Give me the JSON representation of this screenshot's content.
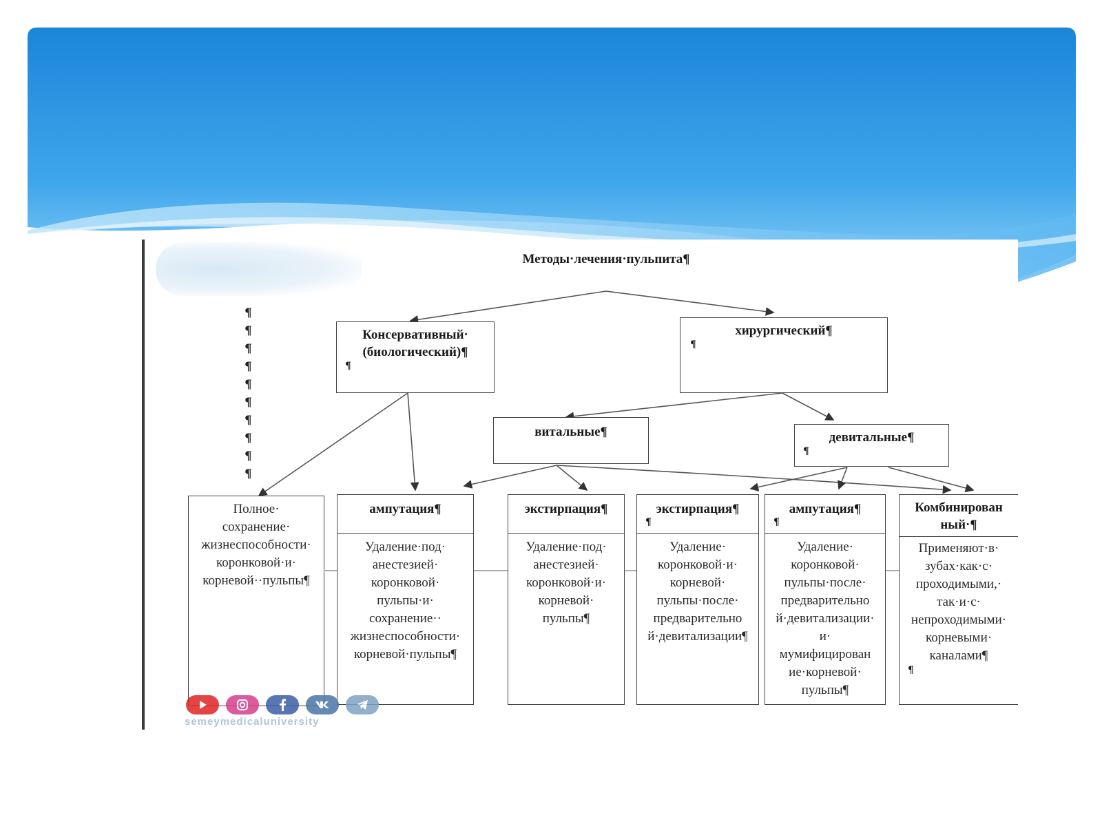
{
  "diagram": {
    "title": "Методы·лечения·пульпита¶",
    "pilcrow": "¶",
    "conservative": {
      "line1": "Консервативный·",
      "line2": "(биологический)¶"
    },
    "surgical": {
      "label": "хирургический¶"
    },
    "vital": {
      "label": "витальные¶"
    },
    "devital": {
      "label": "девитальные¶"
    },
    "leaves": [
      {
        "header": "",
        "body_lines": [
          "Полное·",
          "сохранение·",
          "жизнеспособности·",
          "коронковой·и·",
          "корневой··пульпы¶"
        ]
      },
      {
        "header": "ампутация¶",
        "body_lines": [
          "Удаление·под·",
          "анестезией·",
          "коронковой·",
          "пульпы·и·",
          "сохранение··",
          "жизнеспособности·",
          "корневой·пульпы¶"
        ]
      },
      {
        "header": "экстирпация¶",
        "body_lines": [
          "Удаление·под·",
          "анестезией·",
          "коронковой·и·",
          "корневой·",
          "пульпы¶"
        ]
      },
      {
        "header": "экстирпация¶",
        "body_lines": [
          "Удаление·",
          "коронковой·и·",
          "корневой·",
          "пульпы·после·",
          "предварительно",
          "й·девитализации¶"
        ]
      },
      {
        "header": "ампутация¶",
        "body_lines": [
          "Удаление·",
          "коронковой·",
          "пульпы·после·",
          "предварительно",
          "й·девитализации·",
          "и·",
          "мумифицирован",
          "ие·корневой·",
          "пульпы¶"
        ]
      },
      {
        "header_lines": [
          "Комбинирован",
          "ный·¶"
        ],
        "body_lines": [
          "Применяют·в·",
          "зубах·как·с·",
          "проходимыми,·",
          "так·и·с·",
          "непроходимыми·",
          "корневыми·",
          "каналами¶"
        ]
      }
    ]
  },
  "footer": {
    "caption": "semeymedicaluniversity",
    "icons": [
      "youtube-icon",
      "instagram-icon",
      "facebook-icon",
      "vk-icon",
      "telegram-icon"
    ]
  },
  "colors": {
    "banner_top": "#1a86d8",
    "banner_mid": "#4aaef0",
    "line": "#444444"
  }
}
